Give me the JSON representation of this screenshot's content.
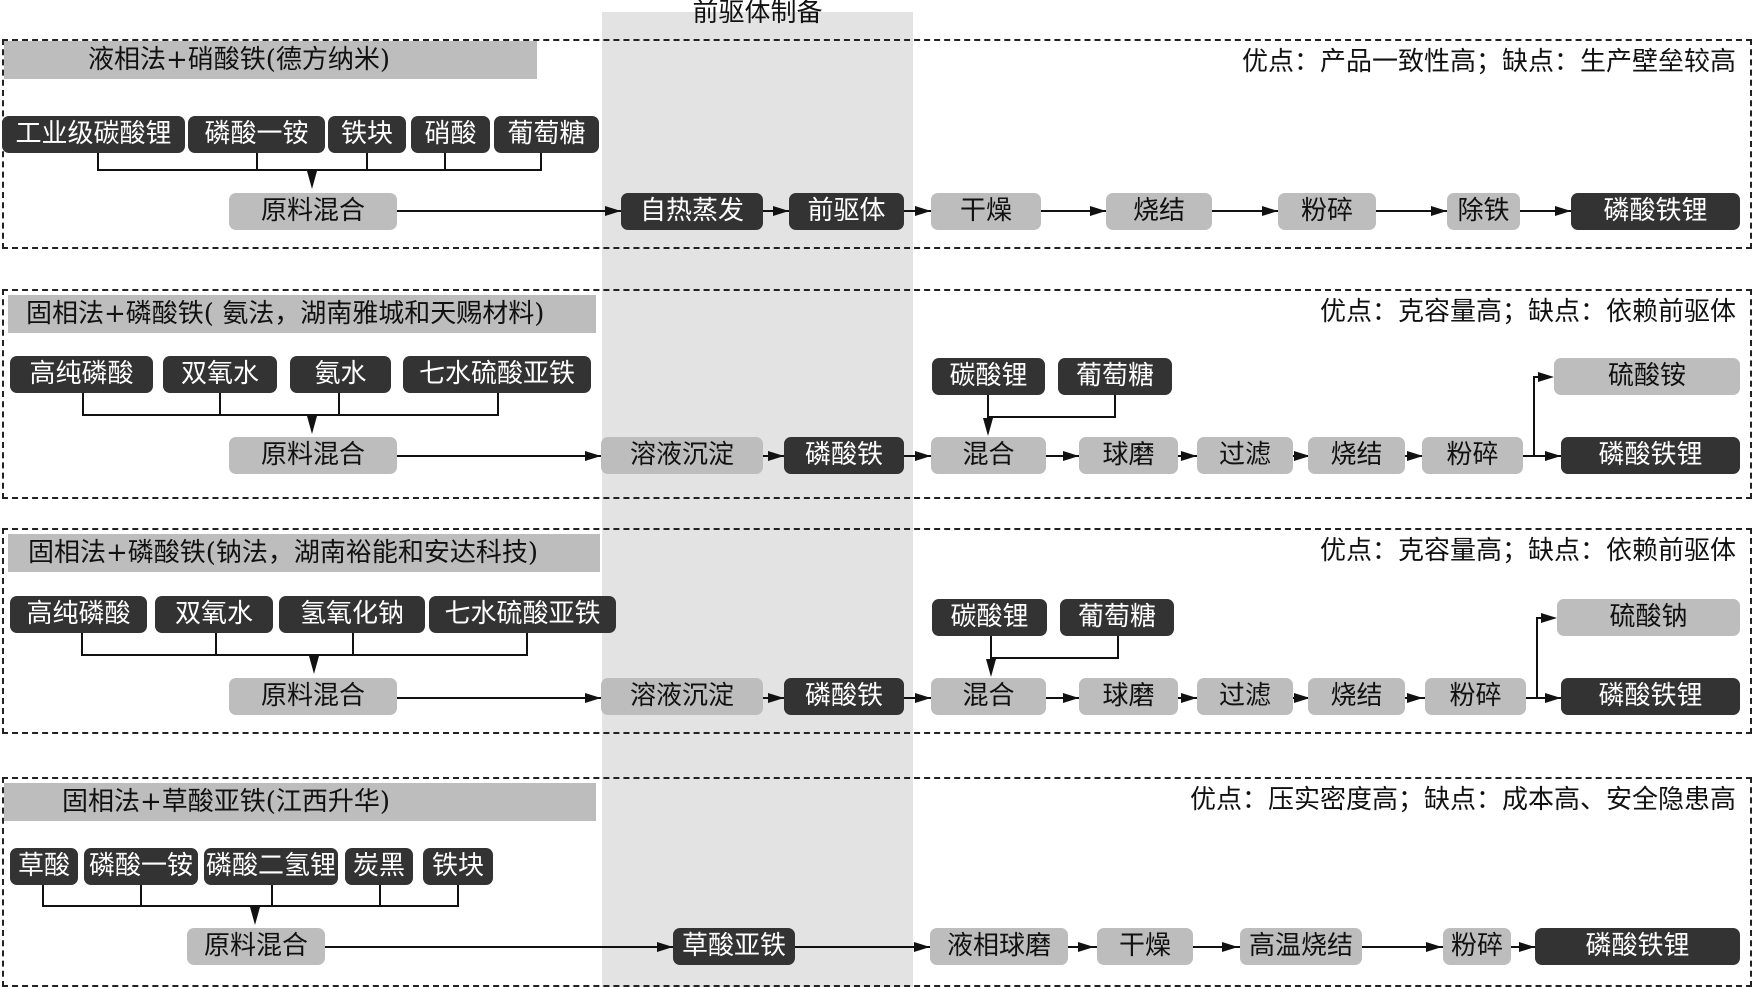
{
  "band": {
    "title": "前驱体制备",
    "color": "#e3e3e3"
  },
  "colors": {
    "dark_node": "#333333",
    "light_node": "#bdbdbd",
    "title_bar": "#bdbdbd"
  },
  "sections": [
    {
      "title": "液相法+硝酸铁(德方纳米)",
      "note": "优点：产品一致性高；缺点：生产壁垒较高",
      "inputs": [
        "工业级碳酸锂",
        "磷酸一铵",
        "铁块",
        "硝酸",
        "葡萄糖"
      ],
      "mix": "原料混合",
      "flow": [
        "自热蒸发",
        "前驱体",
        "干燥",
        "烧结",
        "粉碎",
        "除铁",
        "磷酸铁锂"
      ]
    },
    {
      "title": "固相法+磷酸铁( 氨法，湖南雅城和天赐材料)",
      "note": "优点：克容量高；缺点：依赖前驱体",
      "inputs": [
        "高纯磷酸",
        "双氧水",
        "氨水",
        "七水硫酸亚铁"
      ],
      "mix": "原料混合",
      "flow": [
        "溶液沉淀",
        "磷酸铁",
        "混合",
        "球磨",
        "过滤",
        "烧结",
        "粉碎",
        "磷酸铁锂"
      ],
      "side_inputs": [
        "碳酸锂",
        "葡萄糖"
      ],
      "byproduct": "硫酸铵"
    },
    {
      "title": "固相法+磷酸铁(钠法，湖南裕能和安达科技)",
      "note": "优点：克容量高；缺点：依赖前驱体",
      "inputs": [
        "高纯磷酸",
        "双氧水",
        "氢氧化钠",
        "七水硫酸亚铁"
      ],
      "mix": "原料混合",
      "flow": [
        "溶液沉淀",
        "磷酸铁",
        "混合",
        "球磨",
        "过滤",
        "烧结",
        "粉碎",
        "磷酸铁锂"
      ],
      "side_inputs": [
        "碳酸锂",
        "葡萄糖"
      ],
      "byproduct": "硫酸钠"
    },
    {
      "title": "固相法+草酸亚铁(江西升华)",
      "note": "优点：压实密度高；缺点：成本高、安全隐患高",
      "inputs": [
        "草酸",
        "磷酸一铵",
        "磷酸二氢锂",
        "炭黑",
        "铁块"
      ],
      "mix": "原料混合",
      "flow": [
        "草酸亚铁",
        "液相球磨",
        "干燥",
        "高温烧结",
        "粉碎",
        "磷酸铁锂"
      ]
    }
  ]
}
